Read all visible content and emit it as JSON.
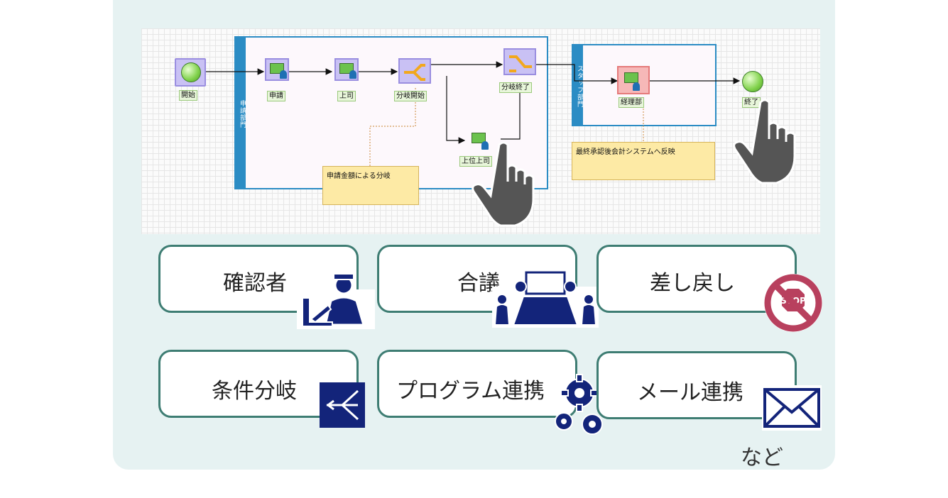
{
  "flow": {
    "lanes": [
      {
        "label": "申請部門"
      },
      {
        "label": "スタッフ部門"
      }
    ],
    "nodes": {
      "start": "開始",
      "apply": "申請",
      "boss": "上司",
      "branch_start": "分岐開始",
      "branch_end": "分岐終了",
      "upper_boss": "上位上司",
      "accounting": "経理部",
      "end": "終了"
    },
    "notes": {
      "amount_branch": "申請金額による分岐",
      "final_reflect": "最終承認後会計システムへ反映"
    }
  },
  "features": [
    {
      "label": "確認者",
      "icon": "guard-icon"
    },
    {
      "label": "合議",
      "icon": "meeting-icon"
    },
    {
      "label": "差し戻し",
      "icon": "stop-icon"
    },
    {
      "label": "条件分岐",
      "icon": "branch-icon"
    },
    {
      "label": "プログラム連携",
      "icon": "gears-icon"
    },
    {
      "label": "メール連携",
      "icon": "mail-icon"
    }
  ],
  "footer_note": "など",
  "colors": {
    "panel": "#e6f2f2",
    "feature_border": "#3e7d73",
    "icon_navy": "#13247a",
    "lane_blue": "#2b8cc4",
    "stop_red": "#b8405e"
  }
}
